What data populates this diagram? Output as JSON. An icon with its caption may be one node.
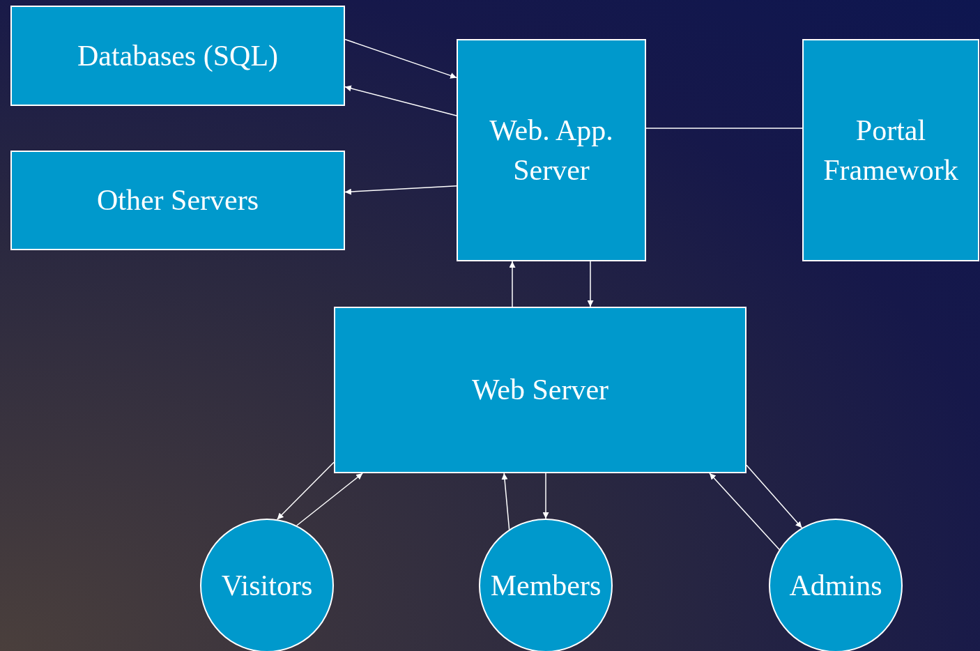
{
  "diagram": {
    "nodes": [
      {
        "text": [
          "Databases (SQL)"
        ]
      },
      {
        "text": [
          "Other Servers"
        ]
      },
      {
        "text": [
          "Web. App. Server"
        ]
      },
      {
        "text": [
          "Portal Framework"
        ]
      },
      {
        "text": [
          "Web Server"
        ]
      },
      {
        "text": [
          "Visitors"
        ]
      },
      {
        "text": [
          "Members"
        ]
      },
      {
        "text": [
          "Admins"
        ]
      }
    ],
    "edges": [
      {
        "from": 0,
        "to": 2,
        "arrow": "to"
      },
      {
        "from": 2,
        "to": 0,
        "arrow": "to"
      },
      {
        "from": 2,
        "to": 1,
        "arrow": "to"
      },
      {
        "from": 2,
        "to": 3,
        "arrow": "none"
      },
      {
        "from": 4,
        "to": 2,
        "arrow": "to"
      },
      {
        "from": 2,
        "to": 4,
        "arrow": "to"
      },
      {
        "from": 4,
        "to": 5,
        "arrow": "to"
      },
      {
        "from": 5,
        "to": 4,
        "arrow": "to"
      },
      {
        "from": 6,
        "to": 4,
        "arrow": "to"
      },
      {
        "from": 4,
        "to": 6,
        "arrow": "to"
      },
      {
        "from": 7,
        "to": 4,
        "arrow": "to"
      },
      {
        "from": 4,
        "to": 7,
        "arrow": "to"
      }
    ]
  }
}
